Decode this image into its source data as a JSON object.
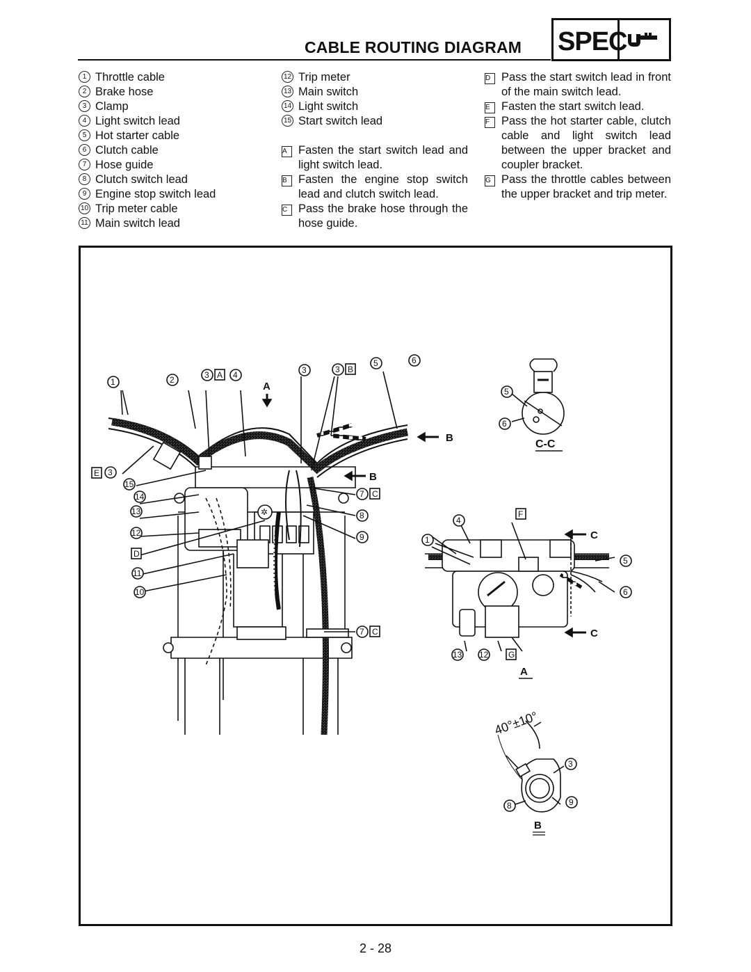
{
  "header": {
    "title": "CABLE ROUTING DIAGRAM",
    "badge": "SPEC"
  },
  "legend_numbered": [
    {
      "no": "1",
      "label": "Throttle cable"
    },
    {
      "no": "2",
      "label": "Brake hose"
    },
    {
      "no": "3",
      "label": "Clamp"
    },
    {
      "no": "4",
      "label": "Light switch lead"
    },
    {
      "no": "5",
      "label": "Hot starter cable"
    },
    {
      "no": "6",
      "label": "Clutch cable"
    },
    {
      "no": "7",
      "label": "Hose guide"
    },
    {
      "no": "8",
      "label": "Clutch switch lead"
    },
    {
      "no": "9",
      "label": "Engine stop switch lead"
    },
    {
      "no": "10",
      "label": "Trip meter cable"
    },
    {
      "no": "11",
      "label": "Main switch lead"
    },
    {
      "no": "12",
      "label": "Trip meter"
    },
    {
      "no": "13",
      "label": "Main switch"
    },
    {
      "no": "14",
      "label": "Light switch"
    },
    {
      "no": "15",
      "label": "Start switch lead"
    }
  ],
  "legend_notes": [
    {
      "letter": "A",
      "text": "Fasten the start switch lead and light switch lead."
    },
    {
      "letter": "B",
      "text": "Fasten the engine stop switch lead and clutch switch lead."
    },
    {
      "letter": "C",
      "text": "Pass the brake hose through the hose guide."
    },
    {
      "letter": "D",
      "text": "Pass the start switch lead in front of the main switch lead."
    },
    {
      "letter": "E",
      "text": "Fasten the start switch lead."
    },
    {
      "letter": "F",
      "text": "Pass the hot starter cable, clutch cable and light switch lead between the upper bracket and coupler bracket."
    },
    {
      "letter": "G",
      "text": "Pass the throttle cables between the upper bracket and trip meter."
    }
  ],
  "figure": {
    "view_labels": {
      "a": "A",
      "b": "B",
      "c": "C",
      "cc": "C-C"
    },
    "angle": "40°±10°"
  },
  "page_number": "2 - 28"
}
